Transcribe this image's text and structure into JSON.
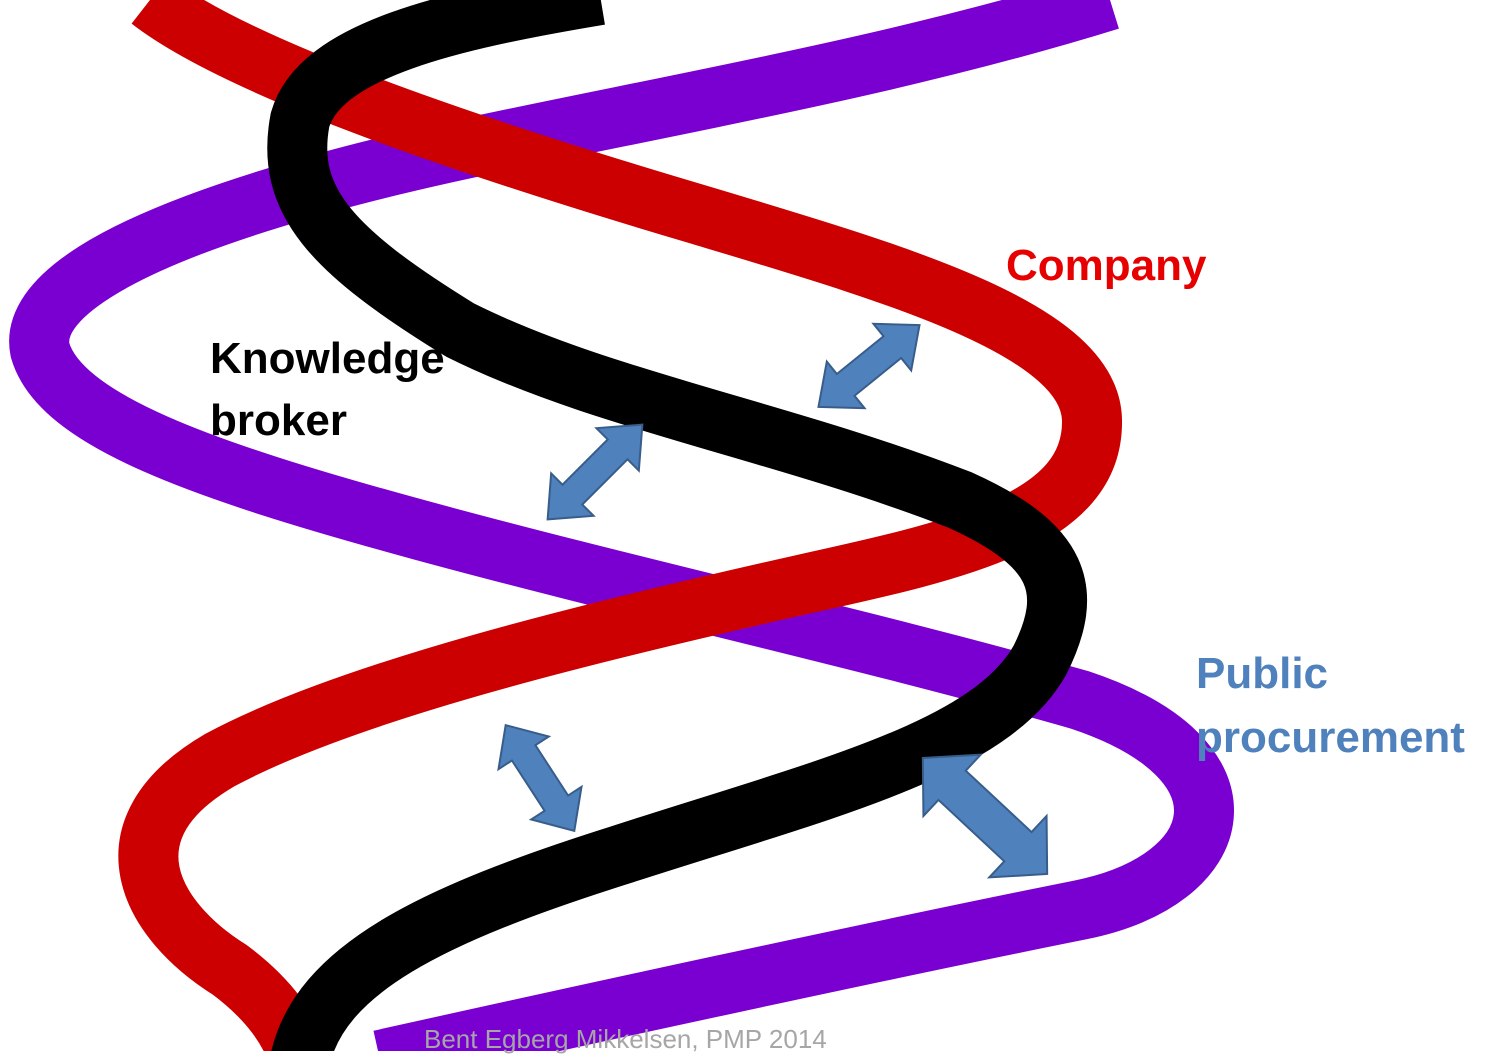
{
  "labels": {
    "company": "Company",
    "knowledge_broker": [
      "Knowledge",
      "broker"
    ],
    "public_procurement": [
      "Public",
      "procurement"
    ]
  },
  "footer": "Bent Egberg Mikkelsen, PMP 2014",
  "colors": {
    "company": "#cc0000",
    "company_label": "#e60000",
    "knowledge_broker": "#000000",
    "public_procurement": "#7a00d2",
    "public_procurement_label": "#4f81bd",
    "arrow_fill": "#4f81bd",
    "arrow_stroke": "#385d8a",
    "footer_text": "#a6a6a6"
  },
  "strands": [
    "public_procurement",
    "company",
    "knowledge_broker"
  ],
  "arrows": [
    "arrow-company-broker-upper",
    "arrow-broker-public-upper",
    "arrow-company-broker-lower",
    "arrow-broker-public-lower"
  ]
}
